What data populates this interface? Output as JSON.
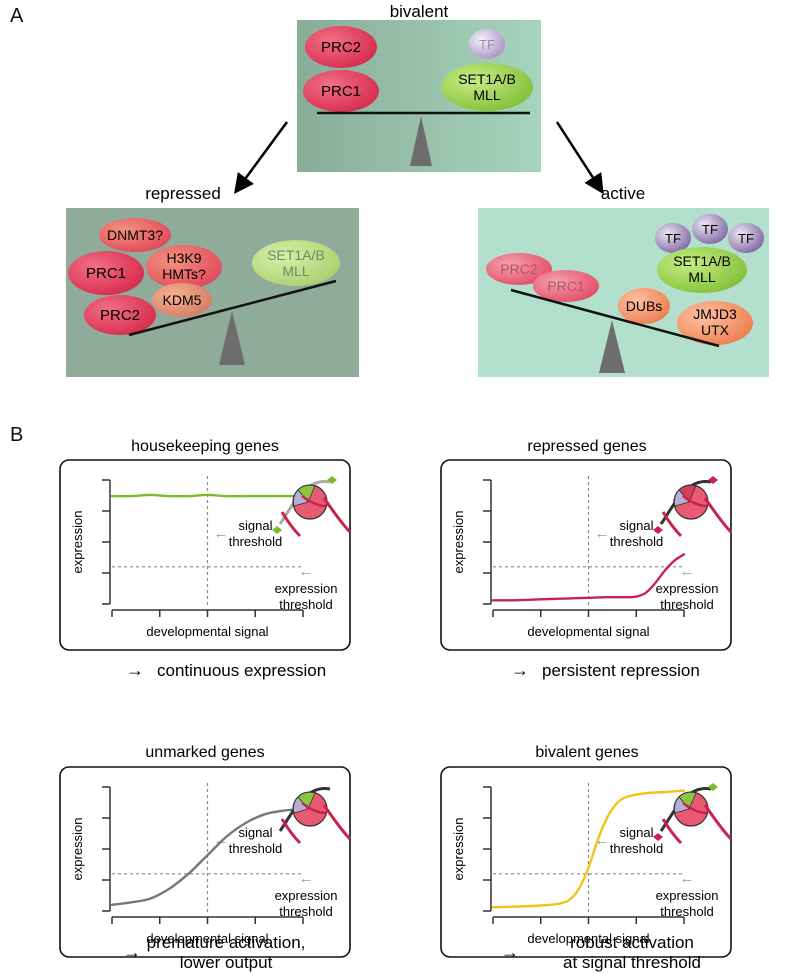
{
  "panel_a": {
    "label": "A",
    "bivalent": {
      "title": "bivalent",
      "left": [
        "PRC2",
        "PRC1"
      ],
      "right": {
        "tf": "TF",
        "set1a": "SET1A/B",
        "mll": "MLL"
      }
    },
    "repressed": {
      "title": "repressed",
      "left": {
        "dnmt3": "DNMT3?",
        "h3k9a": "H3K9",
        "h3k9b": "HMTs?",
        "prc1": "PRC1",
        "kdm5": "KDM5",
        "prc2": "PRC2"
      },
      "right": {
        "set1a": "SET1A/B",
        "mll": "MLL"
      }
    },
    "active": {
      "title": "active",
      "left": [
        "PRC2",
        "PRC1"
      ],
      "right": {
        "tf": [
          "TF",
          "TF",
          "TF"
        ],
        "set1a": "SET1A/B",
        "mll": "MLL",
        "dubs": "DUBs",
        "jmjd3": "JMJD3",
        "utx": "UTX"
      }
    }
  },
  "panel_b": {
    "label": "B",
    "common": {
      "ylabel": "expression",
      "xlabel": "developmental signal",
      "signal_threshold": [
        "signal",
        "threshold"
      ],
      "expression_threshold": [
        "expression",
        "threshold"
      ],
      "arrow_symbol": "←",
      "outcome_arrow": "→"
    },
    "plots": [
      {
        "title": "housekeeping genes",
        "outcome": [
          "continuous expression"
        ]
      },
      {
        "title": "repressed genes",
        "outcome": [
          "persistent repression"
        ]
      },
      {
        "title": "unmarked genes",
        "outcome": [
          "premature activation,",
          "lower output"
        ]
      },
      {
        "title": "bivalent genes",
        "outcome": [
          "robust activation",
          "at signal threshold"
        ]
      }
    ]
  },
  "colors": {
    "green_box_bivalent": "#8fb39f",
    "green_box_repressed": "#8fac9a",
    "green_box_active": "#b2e0cc",
    "prc_red": "#d8334f",
    "orange": "#ee8c61",
    "lime": "#8cc63f",
    "purple": "#8d74a8",
    "housekeeping_line": "#7dbb2a",
    "repressed_line": "#c8234d",
    "unmarked_line": "#777777",
    "bivalent_line": "#f2c418"
  },
  "chart_data": [
    {
      "type": "line",
      "title": "housekeeping genes",
      "xlabel": "developmental signal",
      "ylabel": "expression",
      "xlim": [
        0,
        1
      ],
      "ylim": [
        0,
        1
      ],
      "signal_threshold": 0.5,
      "expression_threshold": 0.3,
      "series": [
        {
          "x": [
            0,
            0.1,
            0.2,
            0.3,
            0.4,
            0.5,
            0.6,
            0.7,
            0.8,
            0.9,
            1.0
          ],
          "values": [
            0.87,
            0.87,
            0.88,
            0.87,
            0.87,
            0.88,
            0.87,
            0.87,
            0.87,
            0.87,
            0.87
          ]
        }
      ]
    },
    {
      "type": "line",
      "title": "repressed genes",
      "xlabel": "developmental signal",
      "ylabel": "expression",
      "xlim": [
        0,
        1
      ],
      "ylim": [
        0,
        1
      ],
      "signal_threshold": 0.5,
      "expression_threshold": 0.3,
      "series": [
        {
          "x": [
            0,
            0.1,
            0.2,
            0.3,
            0.4,
            0.5,
            0.6,
            0.7,
            0.75,
            0.8,
            0.85,
            0.9,
            0.95,
            1.0
          ],
          "values": [
            0.03,
            0.03,
            0.035,
            0.04,
            0.045,
            0.05,
            0.055,
            0.055,
            0.06,
            0.09,
            0.17,
            0.27,
            0.35,
            0.4
          ]
        }
      ]
    },
    {
      "type": "line",
      "title": "unmarked genes",
      "xlabel": "developmental signal",
      "ylabel": "expression",
      "xlim": [
        0,
        1
      ],
      "ylim": [
        0,
        1
      ],
      "signal_threshold": 0.5,
      "expression_threshold": 0.3,
      "series": [
        {
          "x": [
            0,
            0.1,
            0.2,
            0.3,
            0.4,
            0.5,
            0.6,
            0.7,
            0.8,
            0.9,
            1.0
          ],
          "values": [
            0.05,
            0.07,
            0.1,
            0.18,
            0.3,
            0.45,
            0.6,
            0.71,
            0.78,
            0.81,
            0.82
          ]
        }
      ]
    },
    {
      "type": "line",
      "title": "bivalent genes",
      "xlabel": "developmental signal",
      "ylabel": "expression",
      "xlim": [
        0,
        1
      ],
      "ylim": [
        0,
        1
      ],
      "signal_threshold": 0.5,
      "expression_threshold": 0.3,
      "series": [
        {
          "x": [
            0,
            0.1,
            0.2,
            0.3,
            0.35,
            0.4,
            0.45,
            0.5,
            0.55,
            0.6,
            0.65,
            0.7,
            0.8,
            0.9,
            1.0
          ],
          "values": [
            0.03,
            0.035,
            0.04,
            0.05,
            0.06,
            0.09,
            0.18,
            0.35,
            0.58,
            0.76,
            0.87,
            0.92,
            0.95,
            0.96,
            0.97
          ]
        }
      ]
    }
  ]
}
